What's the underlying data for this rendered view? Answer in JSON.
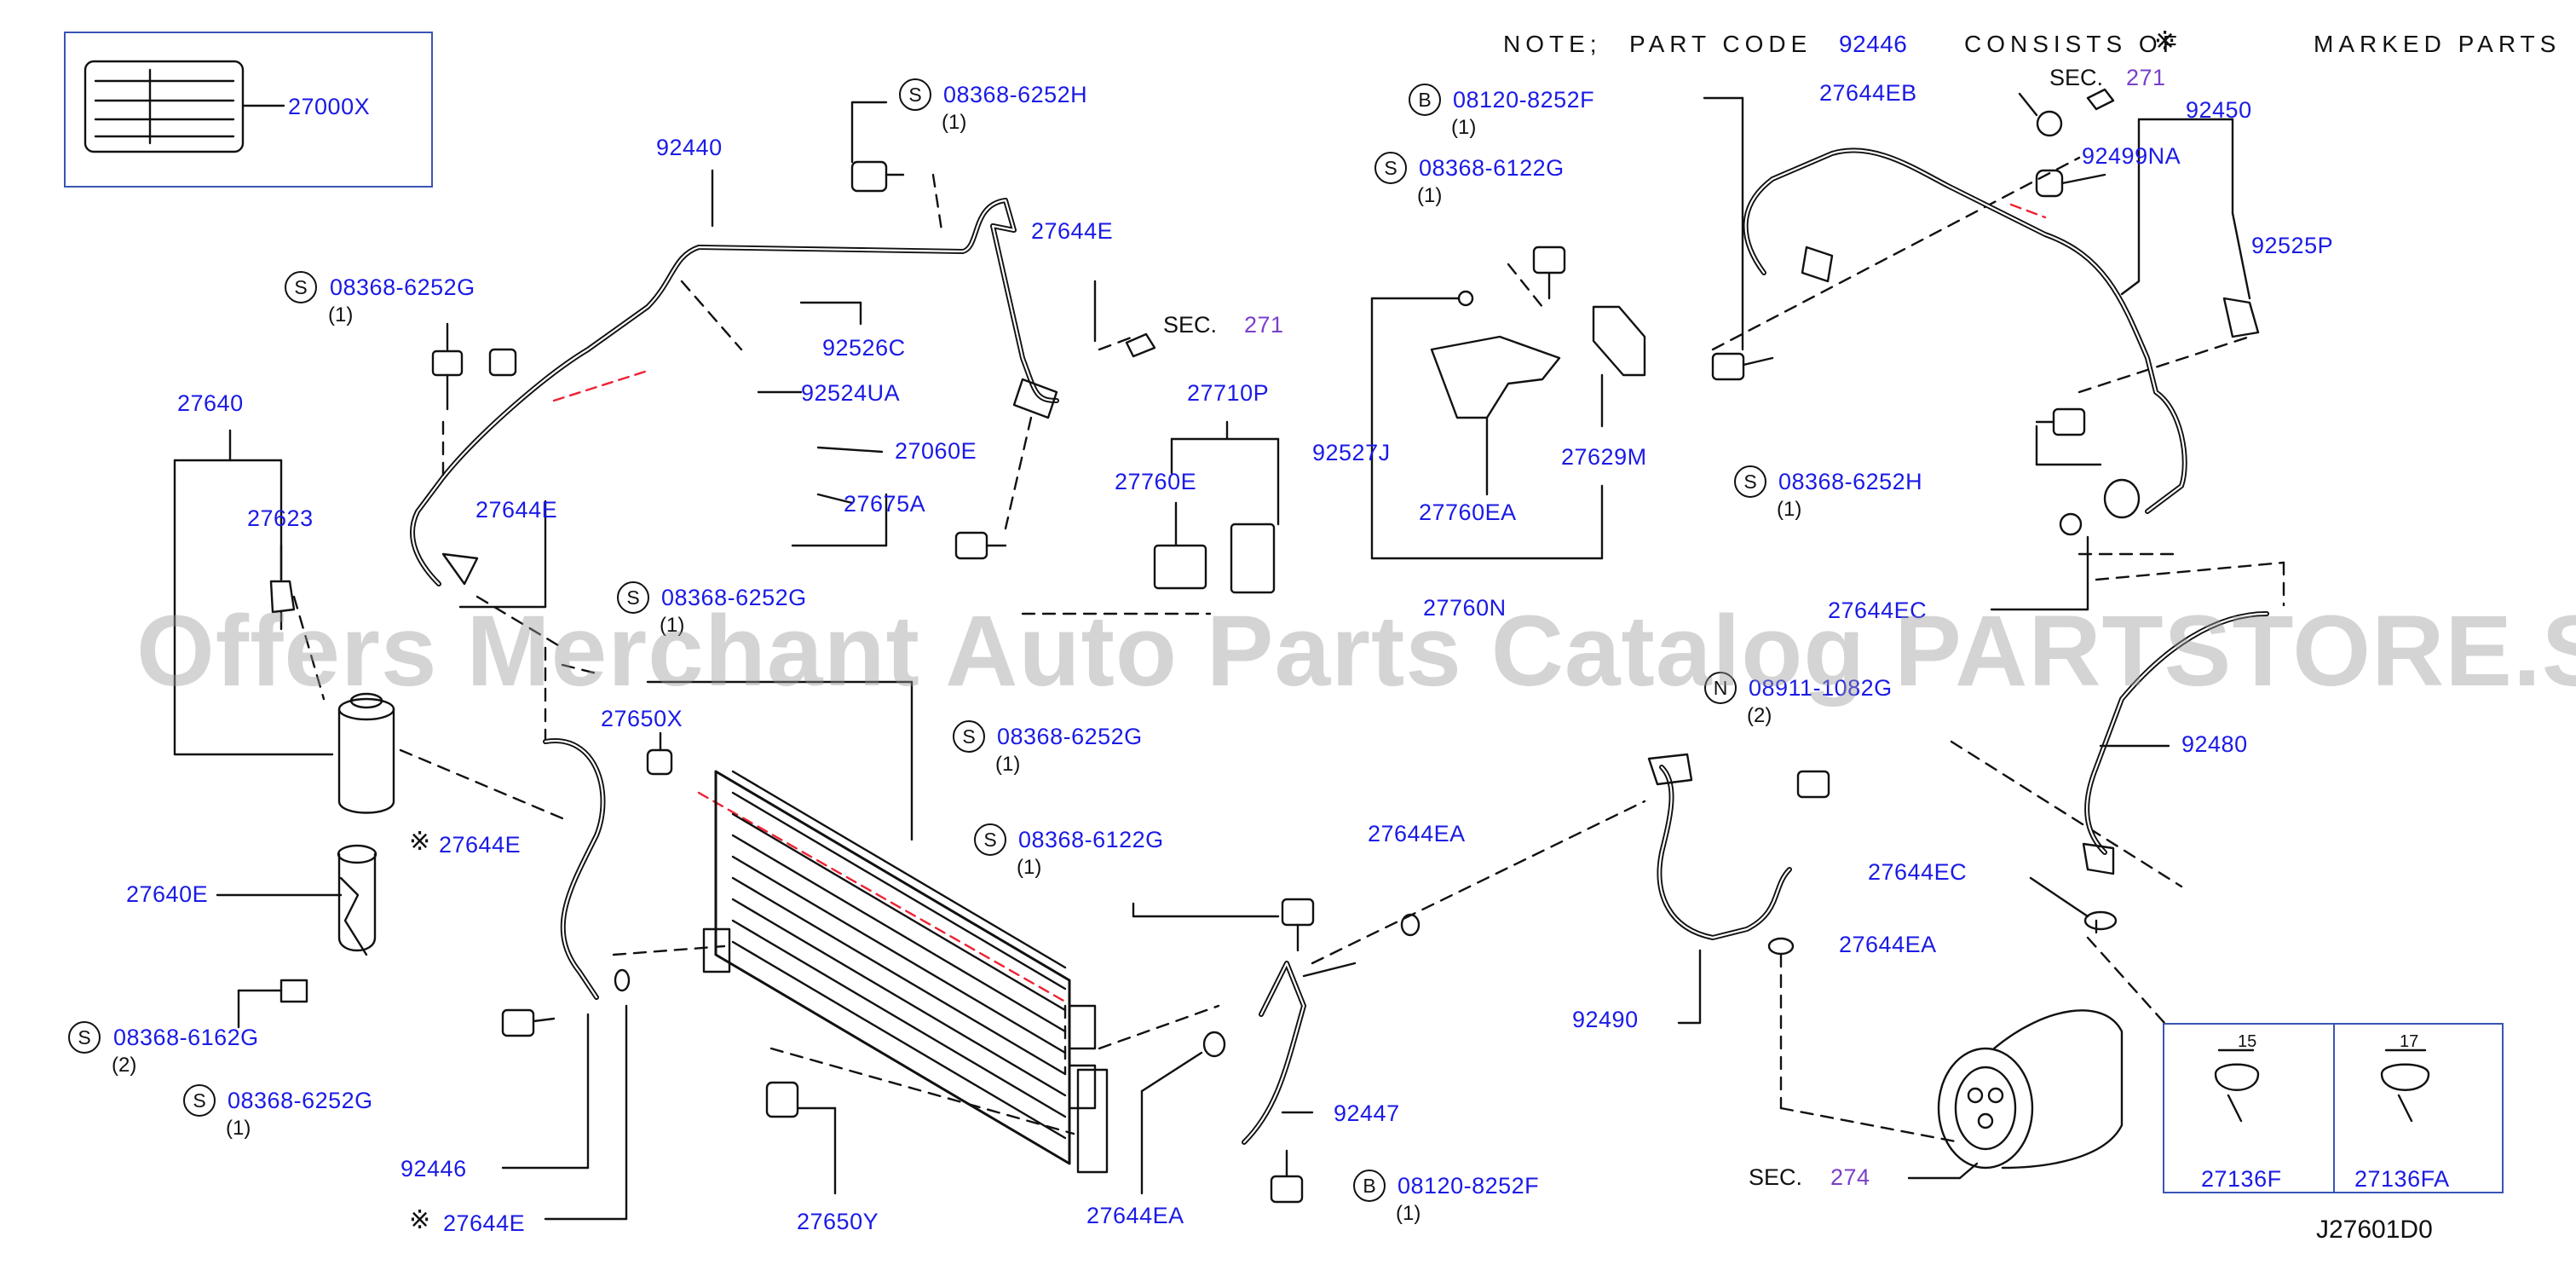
{
  "note": {
    "prefix": "NOTE;",
    "middle": "PART CODE",
    "code": "92446",
    "consists": "CONSISTS OF",
    "symbol": "※",
    "suffix": "MARKED PARTS"
  },
  "diagram_code": "J27601D0",
  "watermark": "Offers Merchant Auto Parts Catalog PARTSTORE.SA",
  "sections": [
    {
      "prefix": "SEC.",
      "num": "271"
    },
    {
      "prefix": "SEC.",
      "num": "271"
    },
    {
      "prefix": "SEC.",
      "num": "274"
    }
  ],
  "parts": [
    {
      "code": "27000X"
    },
    {
      "code": "92440"
    },
    {
      "code": "08368-6252H",
      "badge": "S",
      "qty": "(1)"
    },
    {
      "code": "27644E"
    },
    {
      "code": "92526C"
    },
    {
      "code": "92524UA"
    },
    {
      "code": "27060E"
    },
    {
      "code": "27675A"
    },
    {
      "code": "08368-6252G",
      "badge": "S",
      "qty": "(1)"
    },
    {
      "code": "27640"
    },
    {
      "code": "27623"
    },
    {
      "code": "27644E"
    },
    {
      "code": "08368-6252G",
      "badge": "S",
      "qty": "(1)"
    },
    {
      "code": "27650X"
    },
    {
      "code": "27644E",
      "marked": true
    },
    {
      "code": "27640E"
    },
    {
      "code": "08368-6162G",
      "badge": "S",
      "qty": "(2)"
    },
    {
      "code": "08368-6252G",
      "badge": "S",
      "qty": "(1)"
    },
    {
      "code": "92446"
    },
    {
      "code": "27644E",
      "marked": true
    },
    {
      "code": "27650Y"
    },
    {
      "code": "27710P"
    },
    {
      "code": "27760E"
    },
    {
      "code": "08368-6252G",
      "badge": "S",
      "qty": "(1)"
    },
    {
      "code": "08368-6122G",
      "badge": "S",
      "qty": "(1)"
    },
    {
      "code": "27644EA"
    },
    {
      "code": "92447"
    },
    {
      "code": "27644EA"
    },
    {
      "code": "08120-8252F",
      "badge": "B",
      "qty": "(1)"
    },
    {
      "code": "08120-8252F",
      "badge": "B",
      "qty": "(1)"
    },
    {
      "code": "08368-6122G",
      "badge": "S",
      "qty": "(1)"
    },
    {
      "code": "92527J"
    },
    {
      "code": "27760EA"
    },
    {
      "code": "27629M"
    },
    {
      "code": "27760N"
    },
    {
      "code": "27644EB"
    },
    {
      "code": "92450"
    },
    {
      "code": "92499NA"
    },
    {
      "code": "92525P"
    },
    {
      "code": "08368-6252H",
      "badge": "S",
      "qty": "(1)"
    },
    {
      "code": "27644EC"
    },
    {
      "code": "08911-1082G",
      "badge": "N",
      "qty": "(2)"
    },
    {
      "code": "92480"
    },
    {
      "code": "27644EC"
    },
    {
      "code": "27644EA"
    },
    {
      "code": "92490"
    },
    {
      "code": "27136F",
      "dim": "15"
    },
    {
      "code": "27136FA",
      "dim": "17"
    }
  ]
}
